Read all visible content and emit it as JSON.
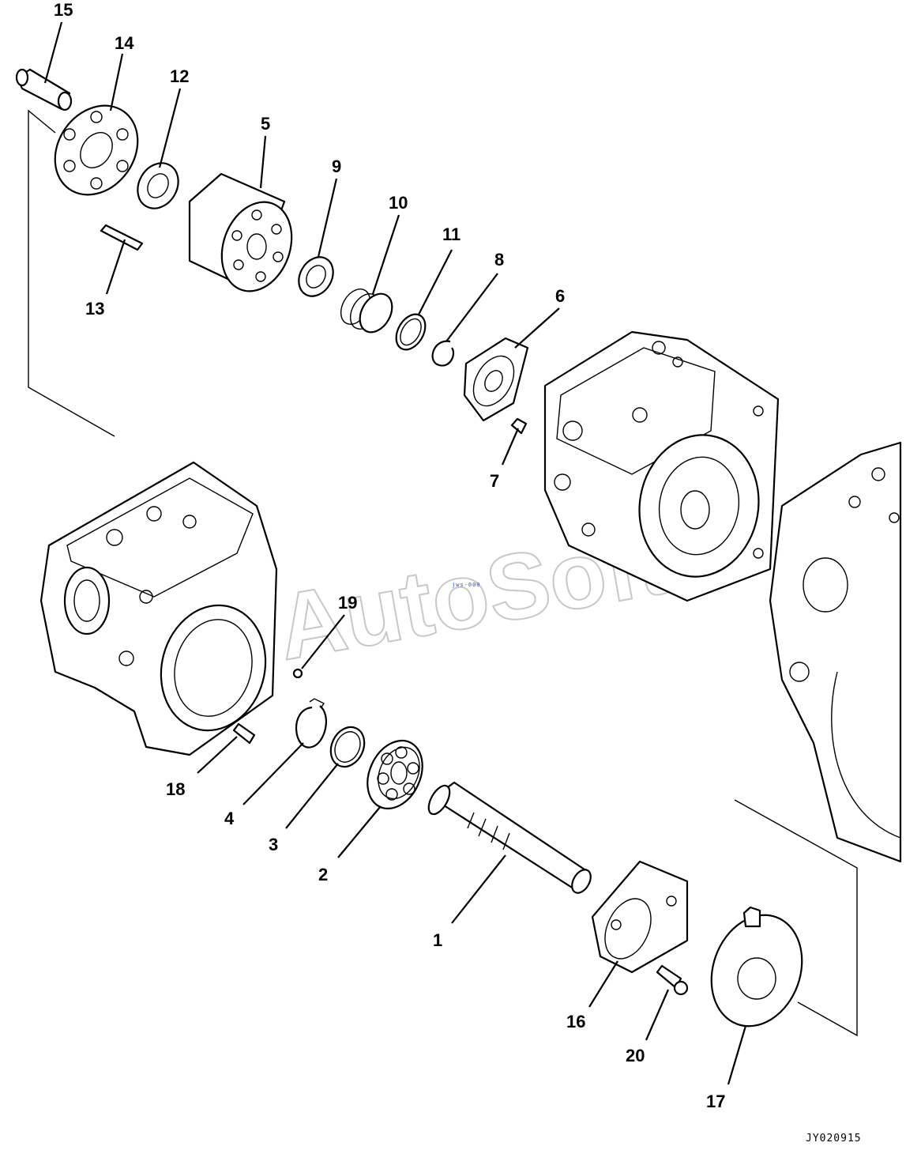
{
  "drawing_code": "JY020915",
  "watermark": "AutoSoft",
  "stamp": "jws-000",
  "callouts": {
    "p1": "1",
    "p2": "2",
    "p3": "3",
    "p4": "4",
    "p5": "5",
    "p6": "6",
    "p7": "7",
    "p8": "8",
    "p9": "9",
    "p10": "10",
    "p11": "11",
    "p12": "12",
    "p13": "13",
    "p14": "14",
    "p15": "15",
    "p16": "16",
    "p17": "17",
    "p18": "18",
    "p19": "19",
    "p20": "20"
  }
}
